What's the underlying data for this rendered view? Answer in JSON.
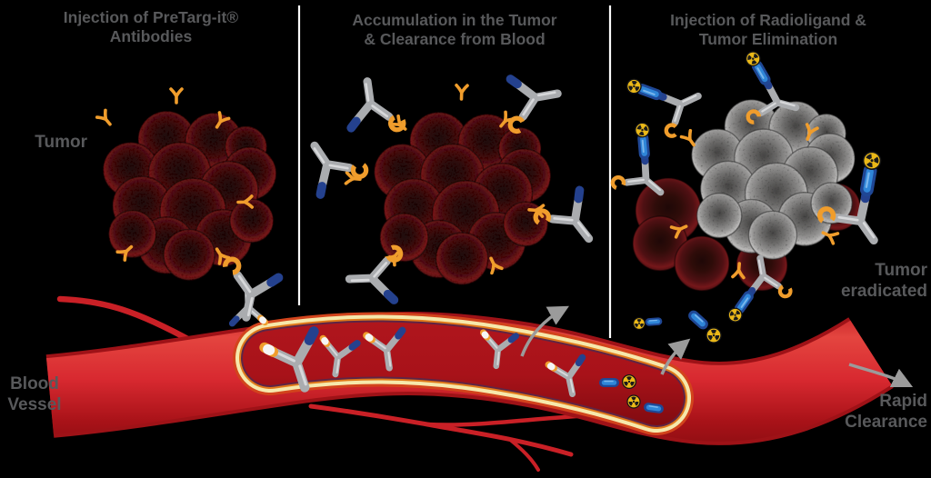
{
  "diagram_title": "PreTarg-it pretargeted radioimmunotherapy concept",
  "background_color": "#000000",
  "panels": [
    {
      "title": "Injection of PreTarg-it®\nAntibodies"
    },
    {
      "title": "Accumulation in the Tumor\n& Clearance from Blood"
    },
    {
      "title": "Injection of Radioligand &\nTumor Elimination"
    }
  ],
  "labels": {
    "tumor": "Tumor",
    "blood_vessel": "Blood\nVessel",
    "tumor_eradicated": "Tumor\neradicated",
    "rapid_clearance": "Rapid\nClearance"
  },
  "icons": {
    "antibody_icon": "gray Y-shaped bispecific antibody",
    "receptor_icon": "orange y-shaped tumor receptor",
    "clamp_icon": "orange C-shaped binding clamp",
    "radioligand_icon": "blue capsule radioligand",
    "radioactive_icon": "☢",
    "arrow_icon": "gray curved arrow"
  },
  "colors": {
    "label_text": "#58595b",
    "divider": "#fafafa",
    "vessel_red": "#d6242b",
    "vessel_lumen": "#a31219",
    "cutaway_border_cream": "#f6e8ab",
    "cutaway_border_orange": "#e07a1a",
    "antibody_gray": "#aaacaf",
    "linker_orange": "#f09d2c",
    "tag_blue": "#24418e",
    "radioligand_blue": "#2f86d8",
    "radioactive_yellow": "#eab818",
    "tumor_dark_red": "#3a0e0c",
    "tumor_gray": "#9a9a9a"
  }
}
